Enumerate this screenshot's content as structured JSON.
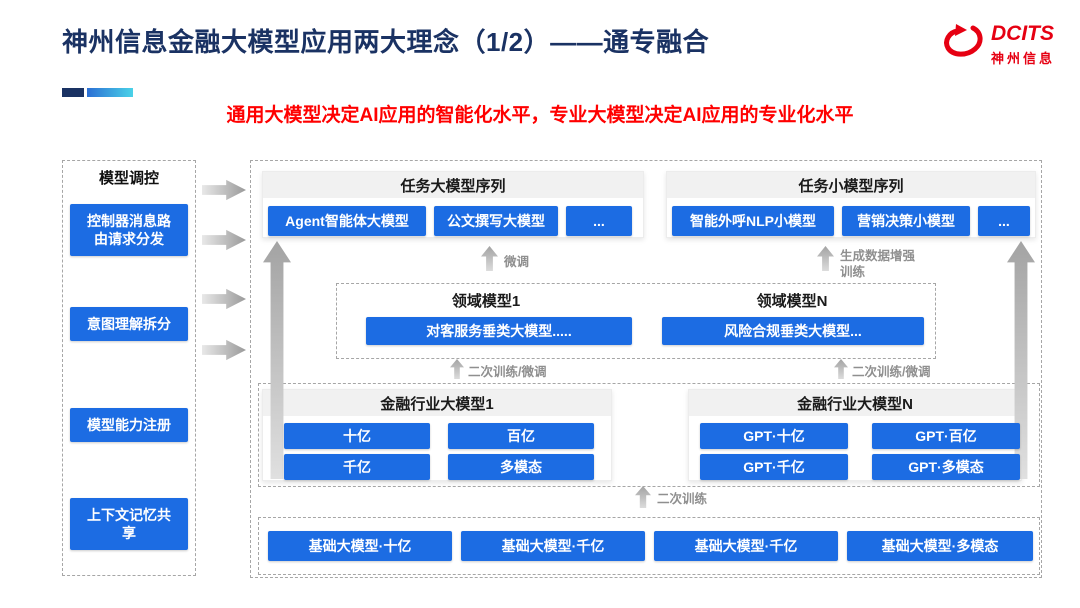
{
  "page": {
    "title": "神州信息金融大模型应用两大理念（1/2）——通专融合",
    "subtitle": "通用大模型决定AI应用的智能化水平，专业大模型决定AI应用的专业化水平"
  },
  "logo": {
    "brand": "DCITS",
    "brand_cn": "神州信息"
  },
  "sidebar": {
    "title": "模型调控",
    "items": [
      "控制器消息路由请求分发",
      "意图理解拆分",
      "模型能力注册",
      "上下文记忆共享"
    ]
  },
  "task_large": {
    "title": "任务大模型序列",
    "items": [
      "Agent智能体大模型",
      "公文撰写大模型",
      "..."
    ]
  },
  "task_small": {
    "title": "任务小模型序列",
    "items": [
      "智能外呼NLP小模型",
      "营销决策小模型",
      "..."
    ]
  },
  "domain": {
    "left_title": "领域模型1",
    "left_item": "对客服务垂类大模型.....",
    "right_title": "领域模型N",
    "right_item": "风险合规垂类大模型..."
  },
  "industry_left": {
    "title": "金融行业大模型1",
    "items": [
      "十亿",
      "百亿",
      "千亿",
      "多模态"
    ]
  },
  "industry_right": {
    "title": "金融行业大模型N",
    "items": [
      "GPT·十亿",
      "GPT·百亿",
      "GPT·千亿",
      "GPT·多模态"
    ]
  },
  "base": {
    "items": [
      "基础大模型·十亿",
      "基础大模型·千亿",
      "基础大模型·千亿",
      "基础大模型·多模态"
    ]
  },
  "arrow_labels": {
    "fine_tune": "微调",
    "data_augment": "生成数据增强训练",
    "retrain_ft_left": "二次训练/微调",
    "retrain_ft_right": "二次训练/微调",
    "retrain": "二次训练"
  },
  "colors": {
    "button_blue": "#1C6CE3",
    "title_navy": "#1A3263",
    "logo_red": "#E60012",
    "subtitle_red": "#FF0000",
    "arrow_gray": "#ABABAB"
  }
}
